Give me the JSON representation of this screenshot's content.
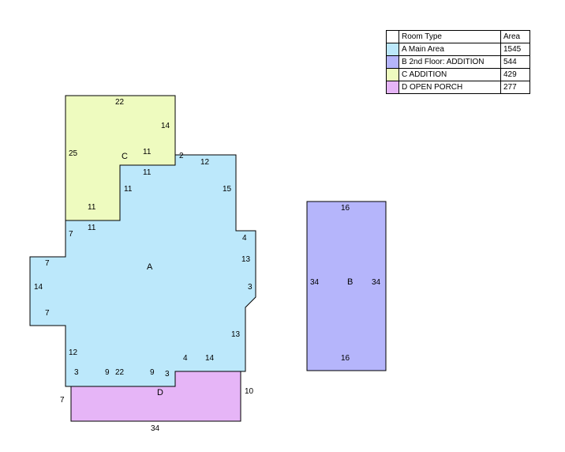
{
  "legend": {
    "header_type": "Room Type",
    "header_area": "Area",
    "rows": [
      {
        "label": "A Main Area",
        "area": "1545",
        "color": "#BCE8FB"
      },
      {
        "label": "B 2nd Floor: ADDITION",
        "area": "544",
        "color": "#B5B5FB"
      },
      {
        "label": "C ADDITION",
        "area": "429",
        "color": "#EEFBBF"
      },
      {
        "label": "D OPEN PORCH",
        "area": "277",
        "color": "#E6B5F7"
      }
    ]
  },
  "rooms": {
    "A": {
      "label": "A",
      "color": "#BCE8FB"
    },
    "B": {
      "label": "B",
      "color": "#B5B5FB"
    },
    "C": {
      "label": "C",
      "color": "#EEFBBF"
    },
    "D": {
      "label": "D",
      "color": "#E6B5F7"
    }
  },
  "dims": {
    "c_top": "22",
    "c_right": "14",
    "c_left": "25",
    "c_inner_a": "11",
    "c_inner_b": "11",
    "c_inner_c": "11",
    "c_bottom": "11",
    "c_step": "2",
    "a_top": "12",
    "a_right_upper": "15",
    "a_left_upper": "7",
    "a_step_top": "11",
    "a_right_notch": "4",
    "a_right_mid": "13",
    "a_right_small": "3",
    "a_left_notch": "7",
    "a_left_mid": "14",
    "a_left_notch2": "7",
    "a_right_lower": "13",
    "a_left_lower": "12",
    "a_bottom_step": "3",
    "a_bottom_9a": "9",
    "a_bottom_22": "22",
    "a_bottom_9b": "9",
    "a_bottom_3": "3",
    "a_bottom_4": "4",
    "a_bottom_14": "14",
    "d_left": "7",
    "d_right": "10",
    "d_bottom": "34",
    "b_top": "16",
    "b_bottom": "16",
    "b_left": "34",
    "b_right": "34"
  }
}
